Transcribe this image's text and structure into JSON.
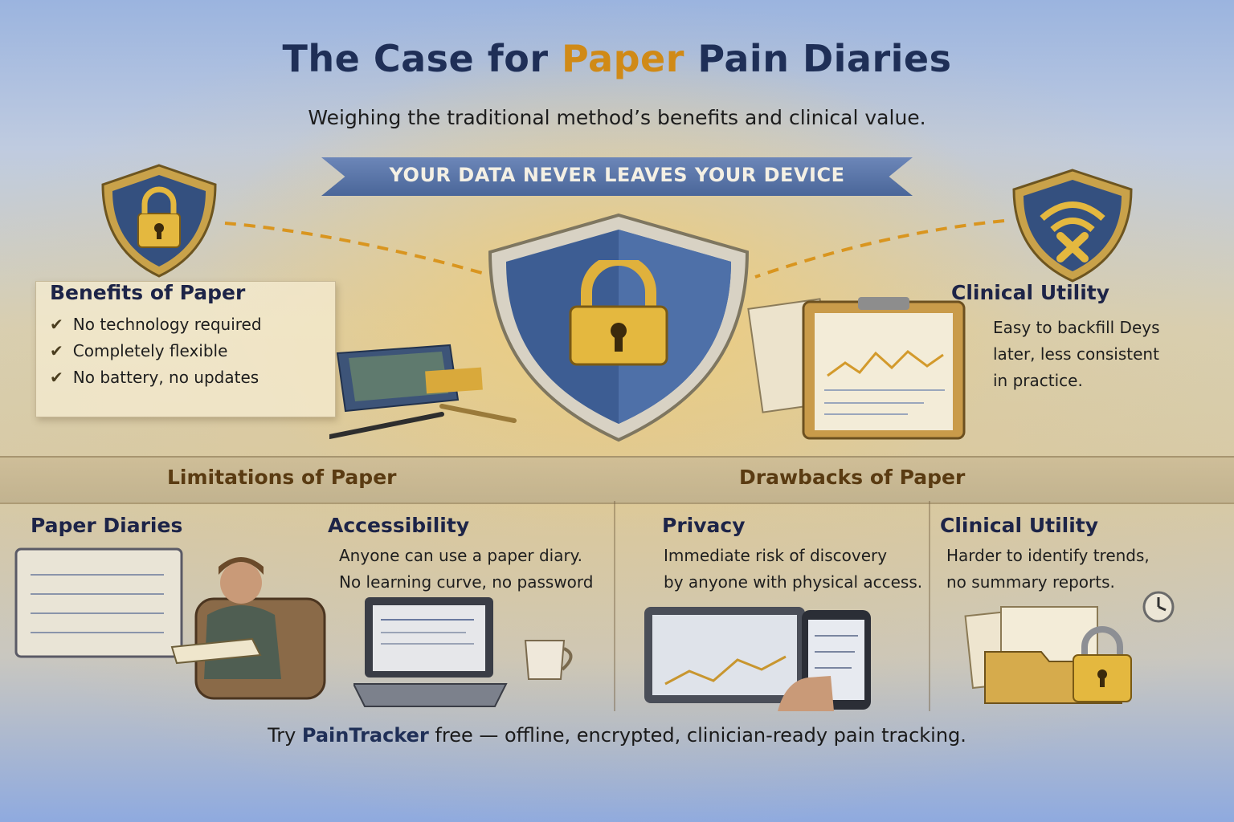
{
  "title": {
    "part1": "The Case for ",
    "highlight": "Paper",
    "part2": " Pain Diaries"
  },
  "subtitle": "Weighing the traditional method’s benefits and clinical value.",
  "banner": "YOUR DATA NEVER LEAVES YOUR DEVICE",
  "benefits": {
    "heading": "Benefits of Paper",
    "items": [
      "No technology required",
      "Completely flexible",
      "No battery, no updates"
    ]
  },
  "clinical_top": {
    "heading": "Clinical Utility",
    "lines": [
      "Easy to backfill Deys",
      "later, less consistent",
      "in practice."
    ]
  },
  "band": {
    "left": "Limitations of Paper",
    "right": "Drawbacks of Paper"
  },
  "panels": {
    "paper_diaries": {
      "heading": "Paper Diaries"
    },
    "accessibility": {
      "heading": "Accessibility",
      "lines": [
        "Anyone can use a paper diary.",
        "No learning curve, no password"
      ]
    },
    "privacy": {
      "heading": "Privacy",
      "lines": [
        "Immediate risk of discovery",
        "by anyone with physical access."
      ]
    },
    "clinical_bottom": {
      "heading": "Clinical Utility",
      "lines": [
        "Harder to identify trends,",
        "no summary reports."
      ]
    }
  },
  "footer": {
    "prefix": "Try ",
    "brand": "PainTracker",
    "suffix": " free — offline, encrypted, clinician-ready pain tracking."
  },
  "icons": [
    "shield-lock-icon",
    "shield-no-wifi-icon",
    "padlock-icon",
    "checkmark-icon",
    "clock-icon"
  ],
  "colors": {
    "navy": "#1f2f57",
    "gold": "#d08a17",
    "banner": "#4a6699",
    "sky": "#8faadf"
  }
}
